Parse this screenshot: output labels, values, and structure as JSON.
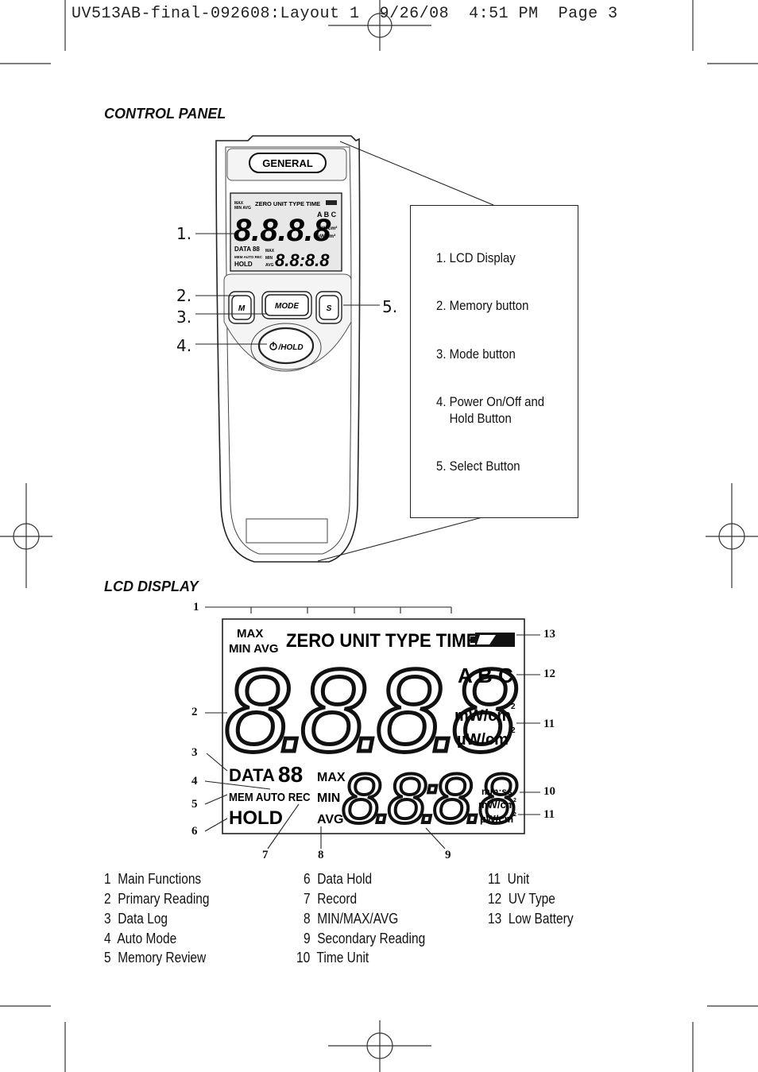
{
  "header": {
    "print_slug": "UV513AB-final-092608:Layout 1  9/26/08  4:51 PM  Page 3"
  },
  "control_panel": {
    "title": "CONTROL PANEL",
    "device": {
      "brand": "GENERAL",
      "lcd": {
        "top_labels": [
          "MAX",
          "MIN AVG",
          "ZERO UNIT TYPE TIME"
        ],
        "primary_digits": "8.8.8.8",
        "abc": "A B C",
        "units": [
          "mW/cm²",
          "µW/cm²"
        ],
        "data_label": "DATA 88",
        "mem_label": "MEM AUTO REC",
        "hold_label": "HOLD",
        "mma_labels": [
          "MAX",
          "MIN",
          "AVG"
        ],
        "secondary_digits": "8.8:8.8"
      },
      "buttons": {
        "m": "M",
        "mode": "MODE",
        "s": "S",
        "hold": "/HOLD"
      }
    },
    "pointer_labels": [
      "1.",
      "2.",
      "3.",
      "4.",
      "5."
    ],
    "callouts": [
      "1. LCD Display",
      "2. Memory button",
      "3. Mode button",
      "4. Power On/Off and\n    Hold Button",
      "5. Select Button"
    ]
  },
  "lcd_display": {
    "title": "LCD DISPLAY",
    "lcd": {
      "max": "MAX",
      "min_avg": "MIN AVG",
      "top_row": "ZERO UNIT TYPE TIME",
      "abc": "A B C",
      "unit_mw": "mW/cm",
      "unit_uw": "µW/cm",
      "sup": "2",
      "data": "DATA",
      "data_digits": "88",
      "mem_auto_rec": "MEM AUTO REC",
      "hold": "HOLD",
      "mma": [
        "MAX",
        "MIN",
        "AVG"
      ],
      "mmss": "mm:ss",
      "unit_mw_small": "mW/cm",
      "unit_uw_small": "µW/cm"
    },
    "number_labels": [
      "1",
      "2",
      "3",
      "4",
      "5",
      "6",
      "7",
      "8",
      "9",
      "10",
      "11",
      "12",
      "13",
      "11"
    ]
  },
  "legend": {
    "col1": [
      "1  Main Functions",
      "2  Primary Reading",
      "3  Data Log",
      "4  Auto Mode",
      "5  Memory Review"
    ],
    "col2": [
      "6  Data Hold",
      "7  Record",
      "8  MIN/MAX/AVG",
      "9  Secondary Reading",
      "10  Time Unit"
    ],
    "col3": [
      "11  Unit",
      "12  UV Type",
      "13  Low Battery"
    ]
  }
}
